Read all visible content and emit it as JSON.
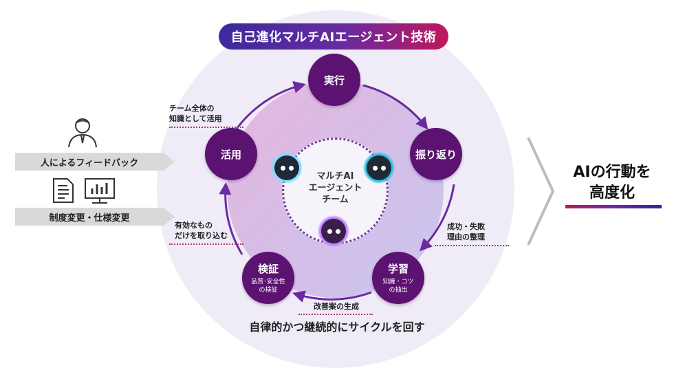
{
  "title": "自己進化マルチAIエージェント技術",
  "center_label": [
    "マルチAI",
    "エージェント",
    "チーム"
  ],
  "nodes": {
    "execute": {
      "label": "実行"
    },
    "reflect": {
      "label": "振り返り"
    },
    "learn": {
      "label": "学習",
      "sub1": "知識・コツ",
      "sub2": "の抽出"
    },
    "verify": {
      "label": "検証",
      "sub1": "品質･安全性",
      "sub2": "の検証"
    },
    "utilize": {
      "label": "活用"
    }
  },
  "notes": {
    "team_knowledge": [
      "チーム全体の",
      "知識として活用"
    ],
    "success_failure": [
      "成功・失敗",
      "理由の整理"
    ],
    "improvement": "改善案の生成",
    "effective_only": [
      "有効なもの",
      "だけを取り込む"
    ]
  },
  "bottom_caption": "自律的かつ継続的にサイクルを回す",
  "left_inputs": {
    "feedback": "人によるフィードバック",
    "changes": "制度変更・仕様変更"
  },
  "result": [
    "AIの行動を",
    "高度化"
  ],
  "colors": {
    "node": "#5c1270",
    "accent_red": "#c0185c",
    "accent_blue": "#3b2a9e"
  },
  "icons": [
    "person-icon",
    "document-icon",
    "monitor-chart-icon",
    "robot-icon",
    "chevron-right-icon"
  ]
}
